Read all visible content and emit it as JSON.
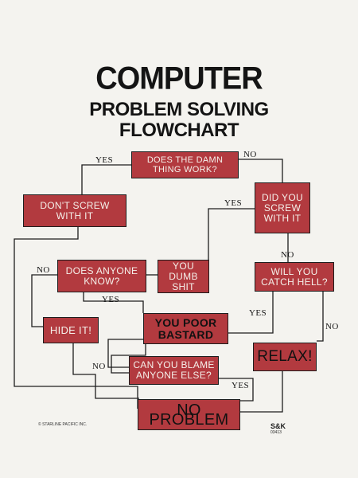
{
  "title": {
    "line1": "COMPUTER",
    "line2": "PROBLEM SOLVING",
    "line3": "FLOWCHART"
  },
  "nodes": {
    "does_it_work": "DOES THE DAMN THING WORK?",
    "dont_screw": "DON'T SCREW WITH IT",
    "did_you_screw": "DID YOU SCREW WITH IT",
    "does_anyone_know": "DOES ANYONE KNOW?",
    "you_dumb": "YOU DUMB SHIT",
    "catch_hell": "WILL YOU CATCH HELL?",
    "hide_it": "HIDE IT!",
    "you_poor": "YOU POOR BASTARD",
    "relax": "RELAX!",
    "blame": "CAN YOU BLAME ANYONE ELSE?",
    "no_problem": "NO PROBLEM"
  },
  "edge_labels": {
    "work_yes": "YES",
    "work_no": "NO",
    "screw_yes": "YES",
    "screw_no": "NO",
    "know_no": "NO",
    "know_yes": "YES",
    "hell_yes": "YES",
    "hell_no": "NO",
    "blame_no": "NO",
    "blame_yes": "YES"
  },
  "footer": {
    "copyright": "© STARLINE PACIFIC INC.",
    "signature": "S&K",
    "code": "03413"
  },
  "colors": {
    "box_fill": "#b23a3f",
    "line": "#1d1d1d",
    "background": "#f4f3ef"
  }
}
